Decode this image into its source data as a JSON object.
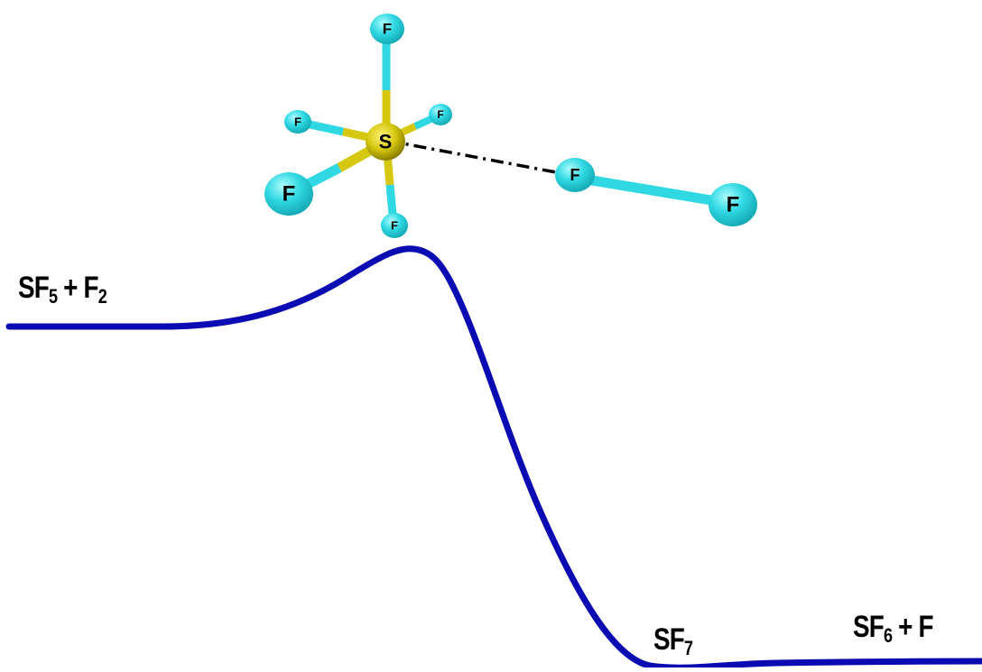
{
  "diagram": {
    "type": "potential-energy-profile",
    "curve_color": "#0b0bb3",
    "species": {
      "reactants": {
        "base": "SF",
        "sub1": "5",
        "mid": " + F",
        "sub2": "2"
      },
      "intermediate": {
        "base": "SF",
        "sub1": "7"
      },
      "products": {
        "base": "SF",
        "sub1": "6",
        "mid": " + F"
      }
    },
    "molecule": {
      "central_atom": "S",
      "ligand_atom": "F",
      "central_color": "#d8cc10",
      "ligand_color": "#2ad9e0",
      "bond_type_to_attacking_F": "dashed"
    }
  }
}
